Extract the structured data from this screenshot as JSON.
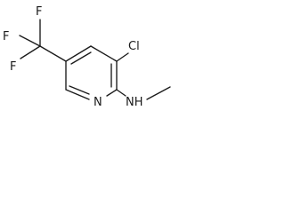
{
  "molecule": {
    "atoms": {
      "cl": "Cl",
      "ring_n": "N",
      "nh": "NH",
      "f_top": "F",
      "f_left": "F",
      "f_bottom": "F"
    },
    "colors": {
      "bond": "#1a1a1a",
      "text": "#1a1a1a",
      "background": "#ffffff"
    }
  }
}
